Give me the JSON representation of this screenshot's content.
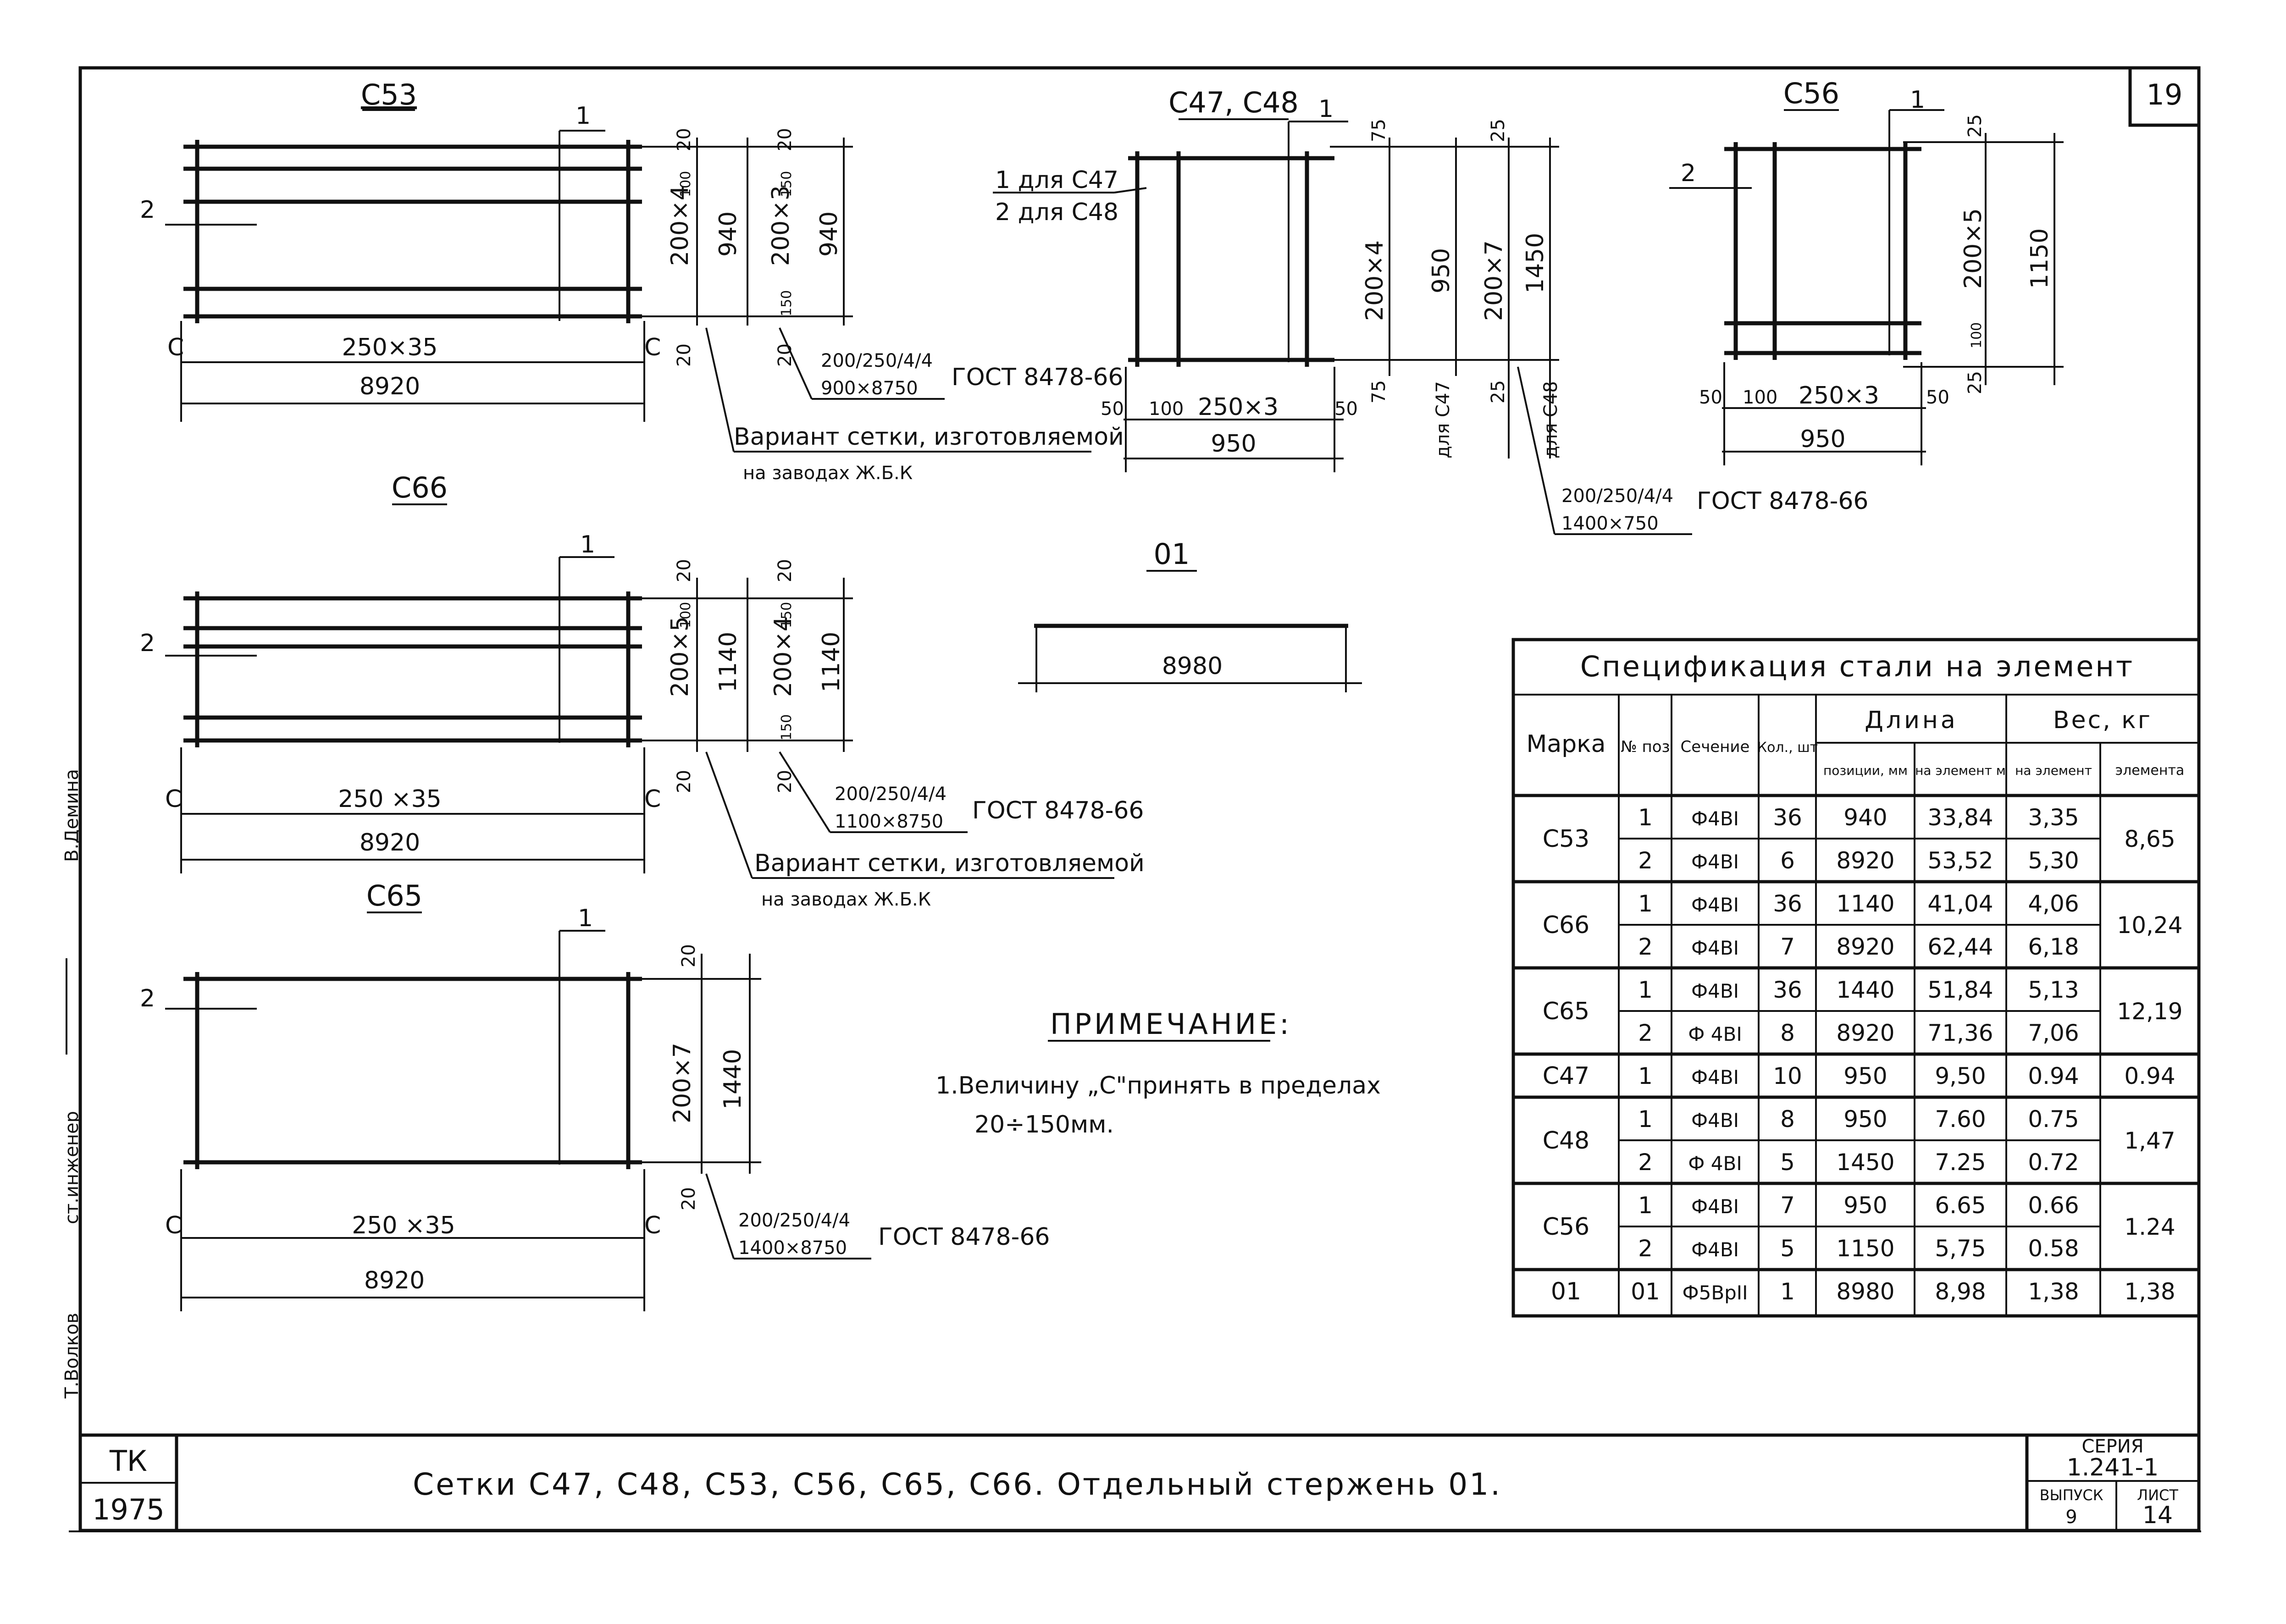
{
  "sheet": {
    "number": "19",
    "title": "Сетки С47, С48, С53, С56, С65, С66. Отдельный стержень 01.",
    "org": "ТК",
    "year": "1975",
    "series_label": "СЕРИЯ",
    "series_value": "1.241-1",
    "issue_label": "ВЫПУСК",
    "issue_value": "9",
    "list_label": "ЛИСТ",
    "list_value": "14",
    "side_engineer": "ст.инженер",
    "side_name": "В.Демина",
    "side_bottom": "Т.Волков"
  },
  "c53": {
    "label": "С53",
    "pos1": "1",
    "pos2": "2",
    "dim_200x4": "200×4",
    "dim_940": "940",
    "dim_200x3": "200×3",
    "dim_940b": "940",
    "d20a": "20",
    "d100": "100",
    "d20b": "20",
    "d150a": "150",
    "d150b": "150",
    "d20c": "20",
    "d20d": "20",
    "c_left": "С",
    "c_right": "С",
    "dim_250x35": "250×35",
    "dim_8920": "8920",
    "gost_num": "200/250/4/4",
    "gost_den": "900×8750",
    "gost": "ГОСТ 8478-66",
    "variant1": "Вариант сетки, изготовляемой",
    "variant2": "на заводах Ж.Б.К"
  },
  "c66": {
    "label": "С66",
    "pos1": "1",
    "pos2": "2",
    "dim_200x5": "200×5",
    "dim_1140": "1140",
    "dim_200x4": "200×4",
    "dim_1140b": "1140",
    "d20a": "20",
    "d100": "100",
    "d20b": "20",
    "d150a": "150",
    "d150b": "150",
    "d20c": "20",
    "d20d": "20",
    "c_left": "С",
    "c_right": "С",
    "dim_250x35": "250 ×35",
    "dim_8920": "8920",
    "gost_num": "200/250/4/4",
    "gost_den": "1100×8750",
    "gost": "ГОСТ 8478-66",
    "variant1": "Вариант сетки, изготовляемой",
    "variant2": "на заводах Ж.Б.К"
  },
  "c65": {
    "label": "С65",
    "pos1": "1",
    "pos2": "2",
    "dim_200x7": "200×7",
    "dim_1440": "1440",
    "d20a": "20",
    "d20b": "20",
    "c_left": "С",
    "c_right": "С",
    "dim_250x35": "250 ×35",
    "dim_8920": "8920",
    "gost_num": "200/250/4/4",
    "gost_den": "1400×8750",
    "gost": "ГОСТ 8478-66"
  },
  "c4748": {
    "label": "С47, С48",
    "pos1": "1",
    "note1": "1 для С47",
    "note2": "2 для С48",
    "d75a": "75",
    "d75b": "75",
    "d25a": "25",
    "d25b": "25",
    "dim_200x4": "200×4",
    "dim_950v": "950",
    "dim_200x7": "200×7",
    "dim_1450": "1450",
    "for_c47": "для С47",
    "for_c48": "для С48",
    "d50a": "50",
    "d100": "100",
    "dim_250x3": "250×3",
    "d50b": "50",
    "dim_950": "950",
    "gost_num": "200/250/4/4",
    "gost_den": "1400×750",
    "gost": "ГОСТ 8478-66"
  },
  "c56": {
    "label": "С56",
    "pos1": "1",
    "pos2": "2",
    "d25a": "25",
    "d25b": "25",
    "d100": "100",
    "dim_200x5": "200×5",
    "dim_1150": "1150",
    "d50a": "50",
    "d100b": "100",
    "dim_250x3": "250×3",
    "d50b": "50",
    "dim_950": "950"
  },
  "rod01": {
    "label": "01",
    "length": "8980"
  },
  "note": {
    "title": "ПРИМЕЧАНИЕ:",
    "line1": "1.Величину „С\"принять в пределах",
    "line2": "20÷150мм."
  },
  "spec": {
    "title": "Спецификация стали на элемент",
    "h_mark": "Марка",
    "h_pos": "№ поз",
    "h_section": "Сечение",
    "h_qty": "Кол., шт",
    "h_length": "Длина",
    "h_len_pos": "позиции, мм",
    "h_len_el": "на элемент м",
    "h_weight": "Вес, кг",
    "h_w_el": "на элемент",
    "h_w_total": "элемента",
    "groups": [
      {
        "mark": "С53",
        "total": "8,65",
        "rows": [
          {
            "pos": "1",
            "section": "Ф4ВI",
            "qty": "36",
            "len": "940",
            "len_el": "33,84",
            "w": "3,35"
          },
          {
            "pos": "2",
            "section": "Ф4ВI",
            "qty": "6",
            "len": "8920",
            "len_el": "53,52",
            "w": "5,30"
          }
        ]
      },
      {
        "mark": "С66",
        "total": "10,24",
        "rows": [
          {
            "pos": "1",
            "section": "Ф4ВI",
            "qty": "36",
            "len": "1140",
            "len_el": "41,04",
            "w": "4,06"
          },
          {
            "pos": "2",
            "section": "Ф4ВI",
            "qty": "7",
            "len": "8920",
            "len_el": "62,44",
            "w": "6,18"
          }
        ]
      },
      {
        "mark": "С65",
        "total": "12,19",
        "rows": [
          {
            "pos": "1",
            "section": "Ф4ВI",
            "qty": "36",
            "len": "1440",
            "len_el": "51,84",
            "w": "5,13"
          },
          {
            "pos": "2",
            "section": "Ф 4ВI",
            "qty": "8",
            "len": "8920",
            "len_el": "71,36",
            "w": "7,06"
          }
        ]
      },
      {
        "mark": "С47",
        "total": "0.94",
        "rows": [
          {
            "pos": "1",
            "section": "Ф4ВI",
            "qty": "10",
            "len": "950",
            "len_el": "9,50",
            "w": "0.94"
          }
        ]
      },
      {
        "mark": "С48",
        "total": "1,47",
        "rows": [
          {
            "pos": "1",
            "section": "Ф4ВI",
            "qty": "8",
            "len": "950",
            "len_el": "7.60",
            "w": "0.75"
          },
          {
            "pos": "2",
            "section": "Ф 4ВI",
            "qty": "5",
            "len": "1450",
            "len_el": "7.25",
            "w": "0.72"
          }
        ]
      },
      {
        "mark": "С56",
        "total": "1.24",
        "rows": [
          {
            "pos": "1",
            "section": "Ф4ВI",
            "qty": "7",
            "len": "950",
            "len_el": "6.65",
            "w": "0.66"
          },
          {
            "pos": "2",
            "section": "Ф4ВI",
            "qty": "5",
            "len": "1150",
            "len_el": "5,75",
            "w": "0.58"
          }
        ]
      },
      {
        "mark": "01",
        "total": "1,38",
        "rows": [
          {
            "pos": "01",
            "section": "Ф5ВрII",
            "qty": "1",
            "len": "8980",
            "len_el": "8,98",
            "w": "1,38"
          }
        ]
      }
    ]
  }
}
